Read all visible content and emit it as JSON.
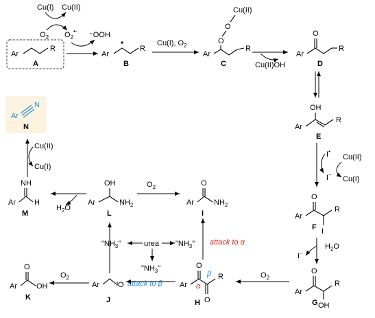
{
  "diagram": {
    "compounds": {
      "A": "A",
      "B": "B",
      "C": "C",
      "D": "D",
      "E": "E",
      "F": "F",
      "G": "G",
      "H": "H",
      "I": "I",
      "J": "J",
      "K": "K",
      "L": "L",
      "M": "M",
      "N": "N"
    },
    "atoms": {
      "ar": "Ar",
      "r": "R",
      "o": "O",
      "oh": "OH",
      "nh": "NH",
      "nh2": "NH",
      "n": "N",
      "h": "H",
      "i": "I",
      "cu2": "Cu(II)",
      "oo": "O",
      "ooh": "OOH"
    },
    "reagents": {
      "cu1": "Cu(I)",
      "cu2": "Cu(II)",
      "o2": "O",
      "o2_radical": "O",
      "ooh": "⁻OOH",
      "cu1_o2": "Cu(I), O",
      "cu2oh": "Cu(II)OH",
      "i_radical": "I",
      "i_minus": "I",
      "h2o": "H",
      "urea": "urea",
      "nh3": "\"NH",
      "nh3_close": "\""
    },
    "annotations": {
      "attack_alpha": "attack to α",
      "attack_beta": "attack to β",
      "alpha": "α",
      "beta": "β"
    },
    "colors": {
      "highlight_box": "#fbf3df",
      "blue": "#1f8fe0",
      "red": "#e0201a",
      "dashed_border": "#333333"
    }
  }
}
